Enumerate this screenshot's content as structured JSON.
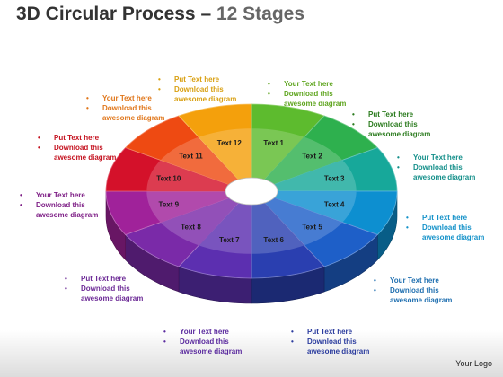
{
  "title": {
    "main": "3D Circular Process",
    "dash": "–",
    "sub": "12 Stages"
  },
  "logo": "Your Logo",
  "stages": [
    {
      "label": "Text 1",
      "color": "#5dbb2e"
    },
    {
      "label": "Text 2",
      "color": "#2eb04e"
    },
    {
      "label": "Text 3",
      "color": "#17a89a"
    },
    {
      "label": "Text 4",
      "color": "#0d8fd0"
    },
    {
      "label": "Text 5",
      "color": "#1e5fc8"
    },
    {
      "label": "Text 6",
      "color": "#2a3fb0"
    },
    {
      "label": "Text 7",
      "color": "#5c2fb0"
    },
    {
      "label": "Text 8",
      "color": "#7a2aa8"
    },
    {
      "label": "Text 9",
      "color": "#a0229a"
    },
    {
      "label": "Text 10",
      "color": "#d4112a"
    },
    {
      "label": "Text 11",
      "color": "#ee4a12"
    },
    {
      "label": "Text 12",
      "color": "#f4a00c"
    }
  ],
  "callouts": [
    {
      "line1": "Your Text here",
      "line2": "Download this",
      "line3": "awesome diagram",
      "color": "#5fa51f"
    },
    {
      "line1": "Put Text here",
      "line2": "Download this",
      "line3": "awesome diagram",
      "color": "#2b7b1e"
    },
    {
      "line1": "Your Text here",
      "line2": "Download this",
      "line3": "awesome diagram",
      "color": "#148f8a"
    },
    {
      "line1": "Put Text here",
      "line2": "Download this",
      "line3": "awesome diagram",
      "color": "#1592c9"
    },
    {
      "line1": "Your Text here",
      "line2": "Download this",
      "line3": "awesome diagram",
      "color": "#1f6fb0"
    },
    {
      "line1": "Put Text here",
      "line2": "Download this",
      "line3": "awesome diagram",
      "color": "#2b3c9e"
    },
    {
      "line1": "Your Text here",
      "line2": "Download this",
      "line3": "awesome diagram",
      "color": "#5a2a9e"
    },
    {
      "line1": "Put Text here",
      "line2": "Download this",
      "line3": "awesome diagram",
      "color": "#6c2a96"
    },
    {
      "line1": "Your Text here",
      "line2": "Download this",
      "line3": "awesome diagram",
      "color": "#7e1f86"
    },
    {
      "line1": "Put Text here",
      "line2": "Download this",
      "line3": "awesome diagram",
      "color": "#c4121f"
    },
    {
      "line1": "Your Text here",
      "line2": "Download this",
      "line3": "awesome diagram",
      "color": "#e0761a"
    },
    {
      "line1": "Put Text here",
      "line2": "Download this",
      "line3": "awesome diagram",
      "color": "#d9a012"
    }
  ]
}
